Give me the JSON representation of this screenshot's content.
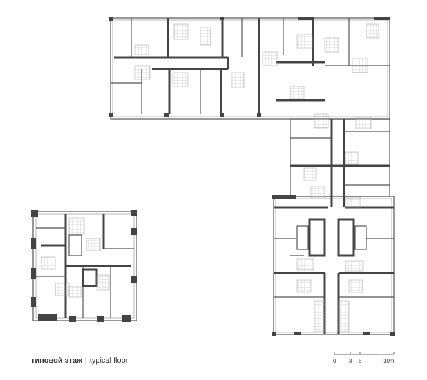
{
  "caption": {
    "ru": "типовой этаж",
    "separator": "|",
    "en": "typical floor"
  },
  "scale": {
    "ticks": [
      "0",
      "3",
      "5",
      "10m"
    ]
  },
  "colors": {
    "wall": "#444444",
    "line": "#888888",
    "background": "#ffffff"
  }
}
